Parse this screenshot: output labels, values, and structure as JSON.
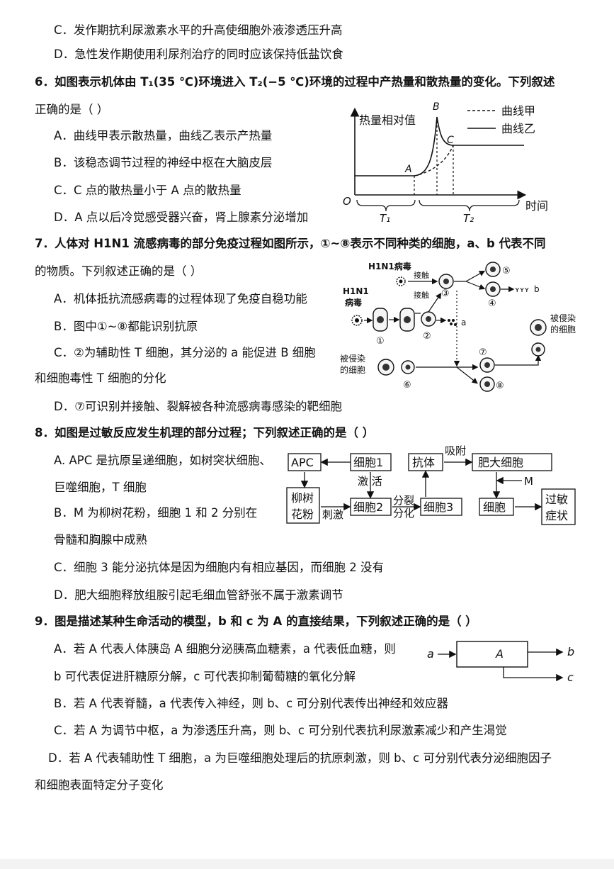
{
  "q5": {
    "opt_c": "C．发作期抗利尿激素水平的升高使细胞外液渗透压升高",
    "opt_d": "D．急性发作期使用利尿剂治疗的同时应该保持低盐饮食"
  },
  "q6": {
    "stem_line1": "6．如图表示机体由 T₁(35 ℃)环境进入 T₂(−5 ℃)环境的过程中产热量和散热量的变化。下列叙述",
    "stem_line2": "正确的是（    ）",
    "opt_a": "A．曲线甲表示散热量，曲线乙表示产热量",
    "opt_b": "B．该稳态调节过程的神经中枢在大脑皮层",
    "opt_c": "C．C 点的散热量小于 A 点的散热量",
    "opt_d": "D．A 点以后冷觉感受器兴奋，肾上腺素分泌增加",
    "figure": {
      "ylabel": "热量相对值",
      "xlabel": "时间",
      "origin": "O",
      "legend_a": "曲线甲",
      "legend_b": "曲线乙",
      "point_a": "A",
      "point_b": "B",
      "point_c": "C",
      "t1": "T₁",
      "t2": "T₂"
    }
  },
  "q7": {
    "stem_line1": "7．人体对 H1N1 流感病毒的部分免疫过程如图所示，①~⑧表示不同种类的细胞，a、b 代表不同",
    "stem_line2": "的物质。下列叙述正确的是（      ）",
    "opt_a": "A．机体抵抗流感病毒的过程体现了免疫自稳功能",
    "opt_b": "B．图中①~⑧都能识别抗原",
    "opt_c1": "C．②为辅助性 T 细胞，其分泌的 a 能促进 B 细胞",
    "opt_c2": "和细胞毒性 T 细胞的分化",
    "opt_d": "D．⑦可识别并接触、裂解被各种流感病毒感染的靶细胞",
    "figure": {
      "virus_top": "H1N1病毒",
      "contact1": "接触",
      "contact2": "接触",
      "virus_left_1": "H1N1",
      "virus_left_2": "病毒",
      "label_a": "a",
      "label_b": "b",
      "infected_left_1": "被侵染",
      "infected_left_2": "的细胞",
      "infected_right_1": "被侵染",
      "infected_right_2": "的细胞",
      "n1": "①",
      "n2": "②",
      "n3": "③",
      "n4": "④",
      "n5": "⑤",
      "n6": "⑥",
      "n7": "⑦",
      "n8": "⑧"
    }
  },
  "q8": {
    "stem": "8．如图是过敏反应发生机理的部分过程；下列叙述正确的是（      ）",
    "opt_a1": "A. APC 是抗原呈递细胞，如树突状细胞、",
    "opt_a2": "巨噬细胞，T 细胞",
    "opt_b1": "B．M 为柳树花粉，细胞 1 和 2 分别在",
    "opt_b2": "骨髓和胸腺中成熟",
    "opt_c": "C．细胞 3 能分泌抗体是因为细胞内有相应基因，而细胞 2 没有",
    "opt_d": "D．肥大细胞释放组胺引起毛细血管舒张不属于激素调节",
    "figure": {
      "apc": "APC",
      "cell1": "细胞1",
      "antibody": "抗体",
      "adsorb": "吸附",
      "mast": "肥大细胞",
      "activate": "激 活",
      "m": "M",
      "pollen_1": "柳树",
      "pollen_2": "花粉",
      "stimulate": "刺激",
      "cell2": "细胞2",
      "divide_1": "分裂",
      "divide_2": "分化",
      "cell3": "细胞3",
      "cell": "细胞",
      "allergy_1": "过敏",
      "allergy_2": "症状"
    }
  },
  "q9": {
    "stem": "9．图是描述某种生命活动的模型，b 和 c 为 A 的直接结果，下列叙述正确的是（    ）",
    "opt_a1": "A．若 A 代表人体胰岛 A 细胞分泌胰高血糖素，a 代表低血糖，则",
    "opt_a2": "b 可代表促进肝糖原分解，c 可代表抑制葡萄糖的氧化分解",
    "opt_b": "B．若 A 代表脊髓，a 代表传入神经，则 b、c 可分别代表传出神经和效应器",
    "opt_c": "C．若 A 为调节中枢，a 为渗透压升高，则 b、c 可分别代表抗利尿激素减少和产生渴觉",
    "opt_d1": "D．若 A 代表辅助性 T 细胞，a 为巨噬细胞处理后的抗原刺激，则 b、c 可分别代表分泌细胞因子",
    "opt_d2": "和细胞表面特定分子变化",
    "figure": {
      "in": "a",
      "box": "A",
      "out_b": "b",
      "out_c": "c"
    }
  }
}
